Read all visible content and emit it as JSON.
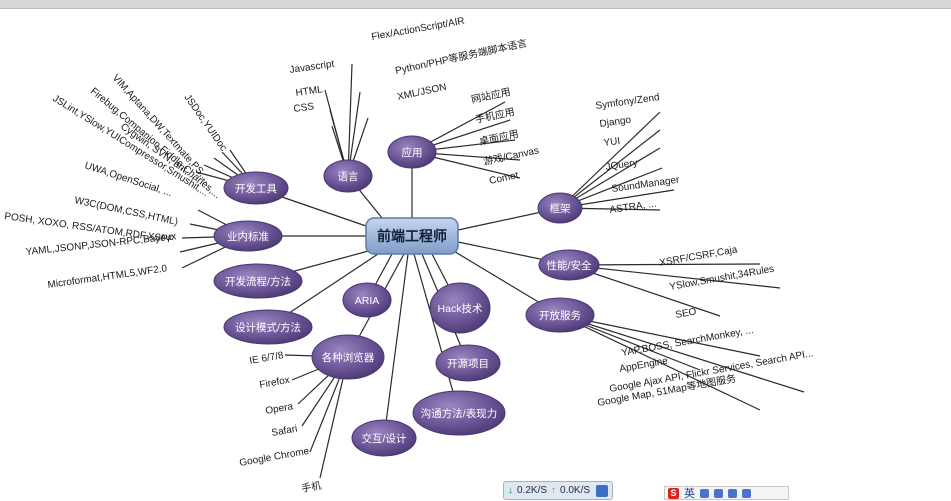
{
  "center": {
    "label": "前端工程师"
  },
  "branches": [
    {
      "id": "yuyan",
      "label": "语言"
    },
    {
      "id": "yingyong",
      "label": "应用"
    },
    {
      "id": "kaifagongju",
      "label": "开发工具"
    },
    {
      "id": "yeneibiaozhun",
      "label": "业内标准"
    },
    {
      "id": "kaifaliucheng",
      "label": "开发流程/方法"
    },
    {
      "id": "aria",
      "label": "ARIA"
    },
    {
      "id": "hack",
      "label": "Hack技术"
    },
    {
      "id": "kuangjia",
      "label": "框架"
    },
    {
      "id": "xingneng",
      "label": "性能/安全"
    },
    {
      "id": "kaifangfuwu",
      "label": "开放服务"
    },
    {
      "id": "shejimoshi",
      "label": "设计模式/方法"
    },
    {
      "id": "liulanqi",
      "label": "各种浏览器"
    },
    {
      "id": "kaiyuan",
      "label": "开源项目"
    },
    {
      "id": "goutong",
      "label": "沟通方法/表现力"
    },
    {
      "id": "jiaohu",
      "label": "交互/设计"
    }
  ],
  "leaves": {
    "yuyan": [
      "Javascript",
      "HTML",
      "CSS",
      "Flex/ActionScript/AIR",
      "Python/PHP等服务端脚本语言",
      "XML/JSON"
    ],
    "yingyong": [
      "网站应用",
      "手机应用",
      "桌面应用",
      "游戏/Canvas",
      "Comet"
    ],
    "kaifagongju": [
      "JSDoc,YUIDoc",
      "VIM,Aptana,DW,Textmate,PS,...",
      "Firebug,Companion,Fiddle,Charles,...",
      "Cygwin, SVN, ant,...",
      "JSLint,YSlow,YUICompressor,Smushit,..."
    ],
    "yeneibiaozhun": [
      "UWA,OpenSocial, ...",
      "W3C(DOM,CSS,HTML)",
      "POSH, XOXO, RSS/ATOM,RDF,XSPF",
      "YAML,JSONP,JSON-RPC,Bayeux",
      "Microformat,HTML5,WF2.0"
    ],
    "kuangjia": [
      "Symfony/Zend",
      "Django",
      "YUI",
      "JQuery",
      "SoundManager",
      "ASTRA, ..."
    ],
    "xingneng": [
      "XSRF/CSRF,Caja",
      "YSlow,Smushit,34Rules",
      "SEO"
    ],
    "kaifangfuwu": [
      "YAP,BOSS, SearchMonkey, ...",
      "AppEngine",
      "Google Ajax API, Flickr Services, Search API...",
      "Google Map, 51Map等地图服务"
    ],
    "liulanqi": [
      "IE 6/7/8",
      "Firefox",
      "Opera",
      "Safari",
      "Google Chrome",
      "手机"
    ]
  },
  "taskbar": {
    "net_down": "0.2K/S",
    "net_up": "0.0K/S",
    "ime_label": "英"
  },
  "colors": {
    "node_fill": "#6b5596",
    "node_fill_dark": "#4a3872",
    "center_fill": "#7f9cc8",
    "line": "#2b2b2b",
    "text": "#1a1a1a"
  }
}
